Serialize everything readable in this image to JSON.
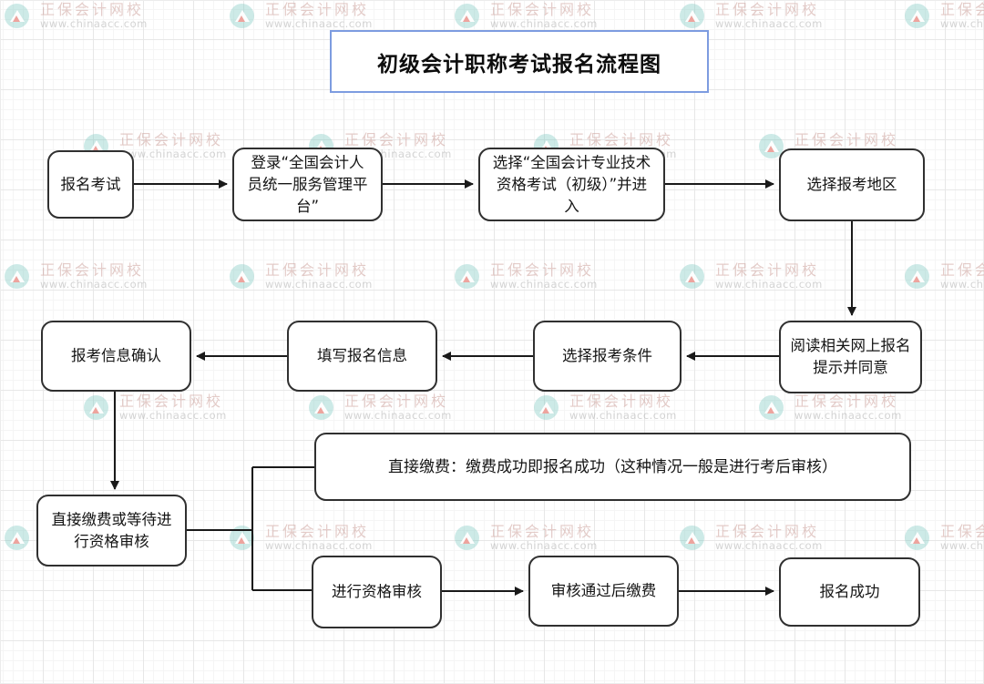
{
  "title": "初级会计职称考试报名流程图",
  "watermark": {
    "brand": "正保会计网校",
    "url": "www.chinaacc.com"
  },
  "nodes": {
    "start": "报名考试",
    "login": "登录“全国会计人员统一服务管理平台”",
    "select_exam": "选择“全国会计专业技术资格考试（初级）”并进入",
    "select_region": "选择报考地区",
    "read_agree": "阅读相关网上报名提示并同意",
    "select_condition": "选择报考条件",
    "fill_info": "填写报名信息",
    "confirm_info": "报考信息确认",
    "pay_or_wait": "直接缴费或等待进行资格审核",
    "direct_pay": "直接缴费：缴费成功即报名成功（这种情况一般是进行考后审核）",
    "review": "进行资格审核",
    "pay_after_review": "审核通过后缴费",
    "success": "报名成功"
  },
  "colors": {
    "title_border": "#7d9ce0",
    "node_border": "#303030",
    "arrow": "#1a1a1a",
    "watermark_teal": "#7bc9c0",
    "watermark_text": "#c99a94"
  }
}
